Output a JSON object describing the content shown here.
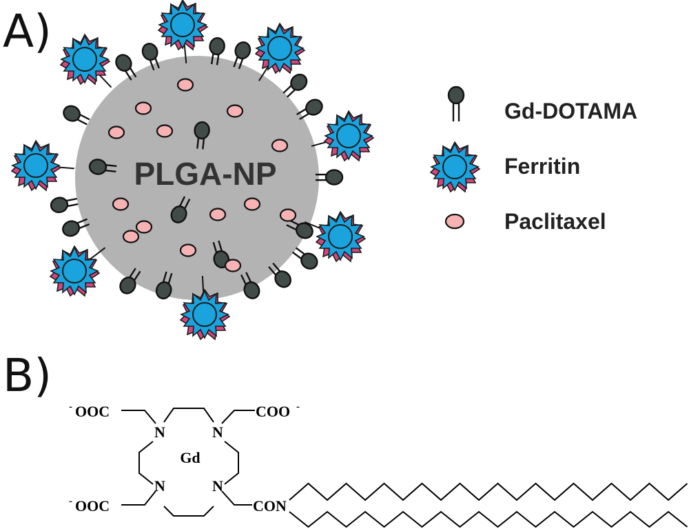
{
  "panel_a": {
    "label": "A)",
    "nanoparticle_label": "PLGA-NP",
    "legend": [
      {
        "id": "gd",
        "label": "Gd-DOTAMA",
        "icon": "gd-dotama-icon"
      },
      {
        "id": "ferritin",
        "label": "Ferritin",
        "icon": "ferritin-icon"
      },
      {
        "id": "paclitaxel",
        "label": "Paclitaxel",
        "icon": "paclitaxel-icon"
      }
    ],
    "colors": {
      "nanoparticle": "#b3b3b3",
      "gd_head": "#414b48",
      "ferritin_core": "#1aa3dc",
      "ferritin_spike": "#d2467f",
      "paclitaxel": "#f7b3b4"
    }
  },
  "panel_b": {
    "label": "B)",
    "labels": {
      "ooc_top": "OOC",
      "coo_top": "COO",
      "ooc_bottom": "OOC",
      "con": "CON",
      "gd": "Gd",
      "n": "N",
      "charge": "-"
    }
  }
}
